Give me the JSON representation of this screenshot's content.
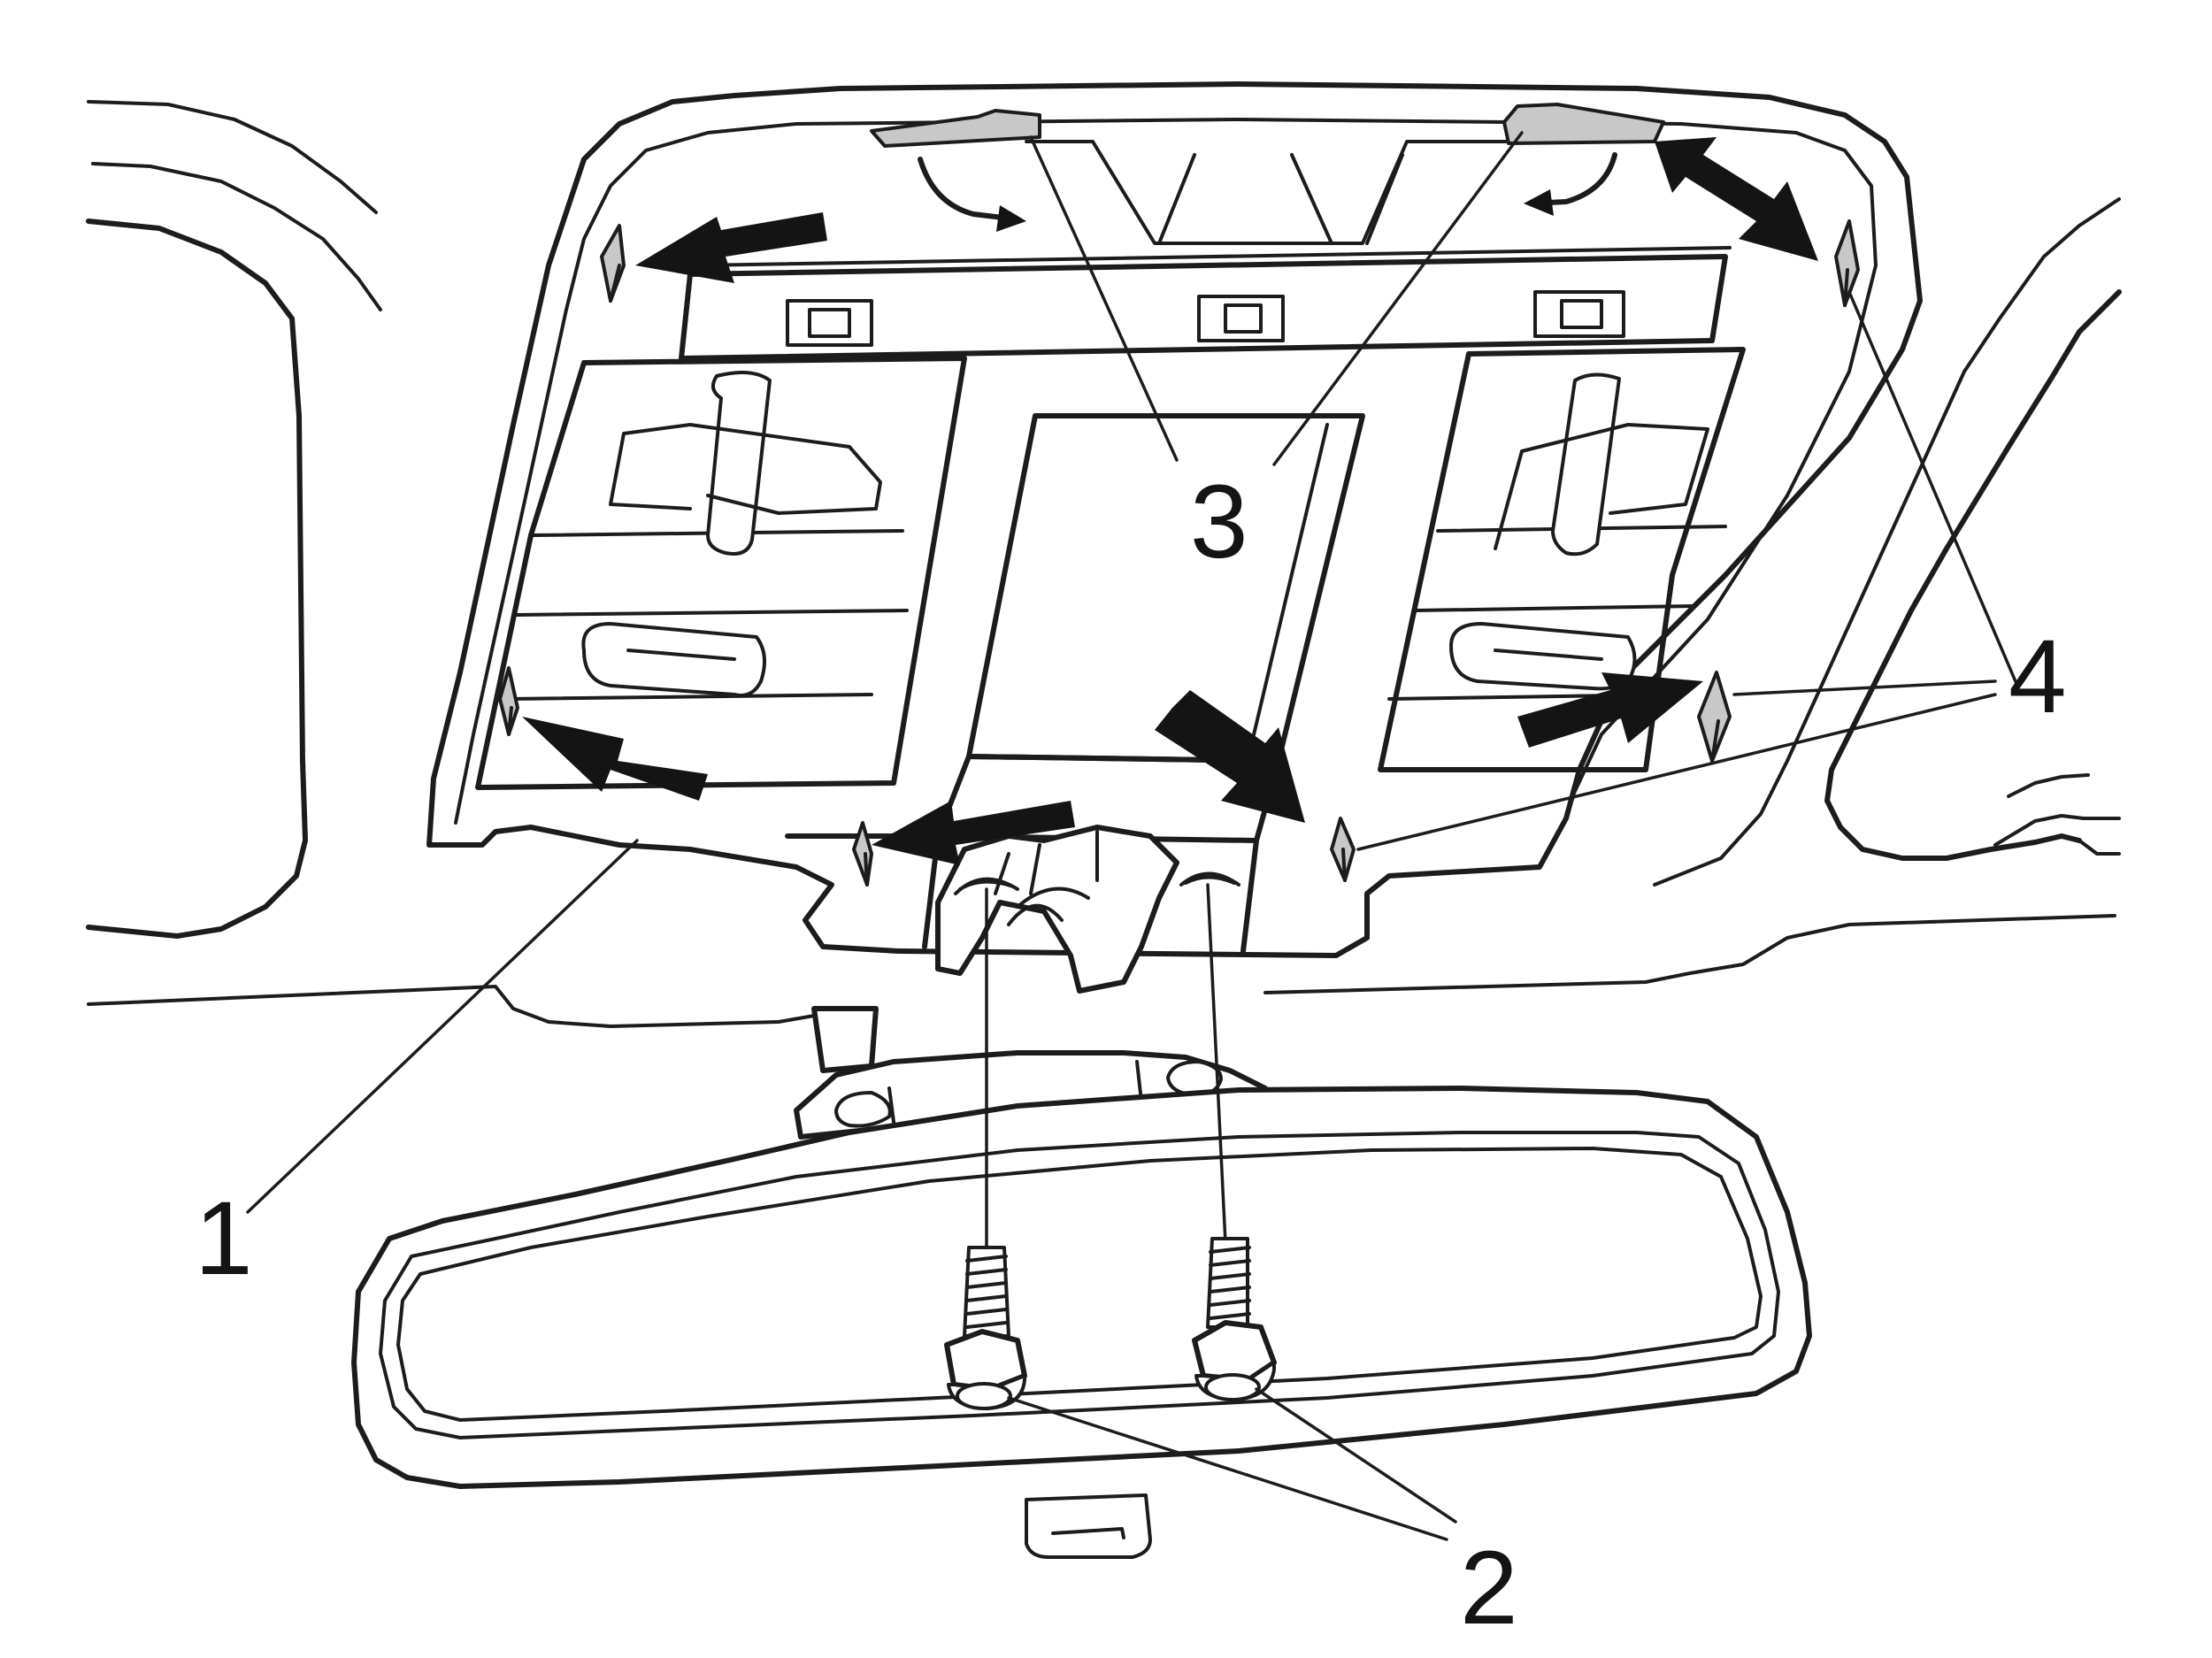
{
  "callouts": {
    "c1": "1",
    "c2": "2",
    "c3": "3",
    "c4": "4"
  },
  "colors": {
    "line": "#1c1c1c",
    "tab_fill": "#c8c8c8",
    "background": "#ffffff"
  }
}
